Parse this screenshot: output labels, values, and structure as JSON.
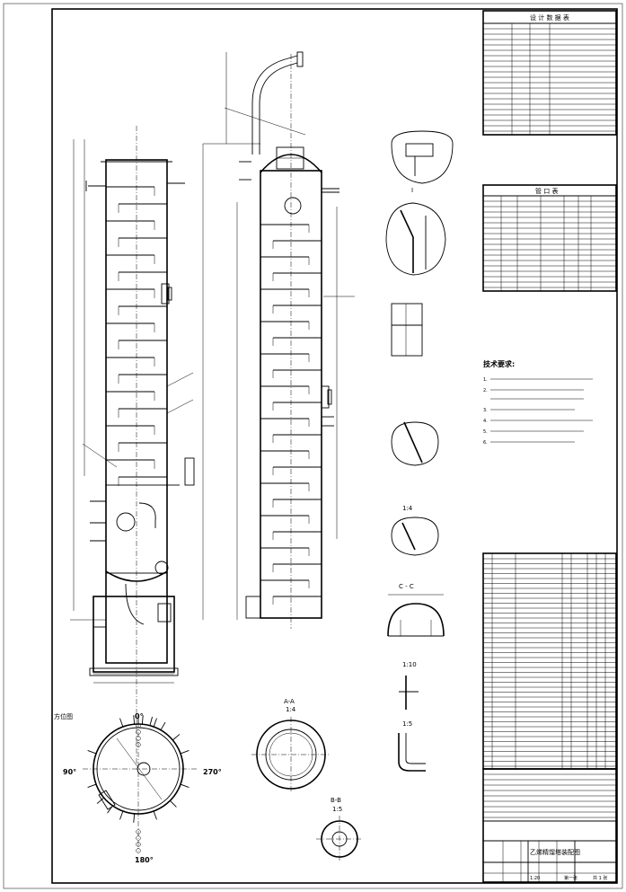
{
  "design_table": {
    "title": "设 计 数 据 表"
  },
  "nozzle_table": {
    "title": "管 口 表"
  },
  "tech_requirements": {
    "title": "技术要求:",
    "items": [
      "1.",
      "2.",
      "3.",
      "4.",
      "5.",
      "6."
    ]
  },
  "orientation": {
    "label": "方位图",
    "deg0": "0°",
    "deg90": "90°",
    "deg180": "180°",
    "deg270": "270°"
  },
  "section_labels": {
    "cc": "C - C",
    "ratio_a": "A-A",
    "ratio_a_scale": "1:4",
    "ratio_b": "B-B",
    "ratio_b_scale": "1:5",
    "ratio_detail": "1:4",
    "ratio_detail2": "1:10",
    "ratio_detail3": "1:5",
    "detail_i": "I"
  },
  "title_block": {
    "drawing_name": "乙烯精馏塔装配图",
    "scale": "1:20",
    "sheet": "第一张",
    "total": "共 1 张"
  },
  "colors": {
    "line": "#000000",
    "background": "#ffffff"
  }
}
